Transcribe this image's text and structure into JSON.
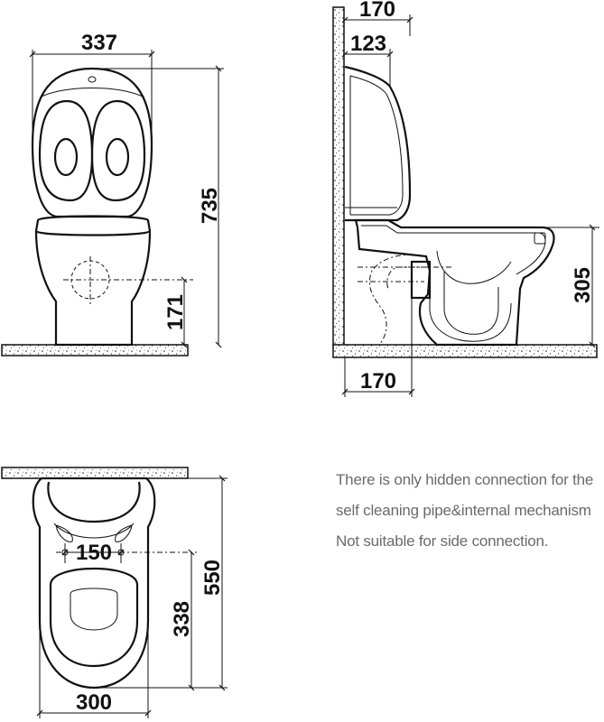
{
  "dimensions": {
    "front_width": "337",
    "front_height": "735",
    "front_outlet_height": "171",
    "side_top_depth": "170",
    "side_tank_depth": "123",
    "side_outlet_height": "305",
    "side_outlet_offset": "170",
    "plan_fixing_spacing": "150",
    "plan_fixing_to_front": "338",
    "plan_length": "550",
    "plan_width": "300"
  },
  "notes": {
    "line1": "There is only hidden connection for the",
    "line2": "self cleaning pipe&internal mechanism",
    "line3": "Not suitable for side connection."
  },
  "colors": {
    "line": "#111111",
    "note_text": "#6a6a6a",
    "concrete_fill": "#ffffff"
  }
}
